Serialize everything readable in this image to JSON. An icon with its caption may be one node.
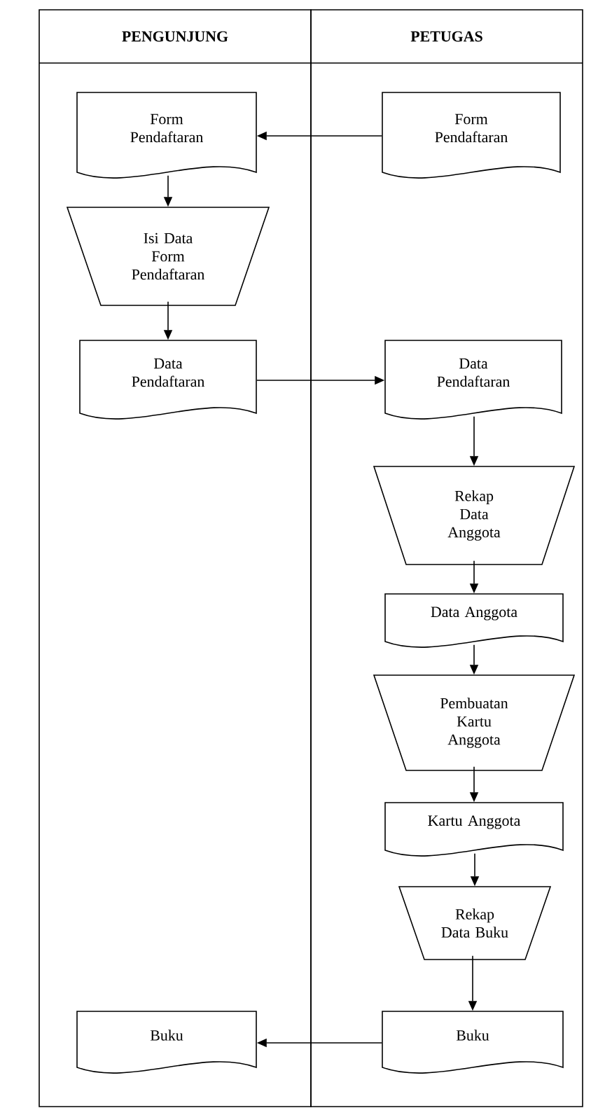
{
  "diagram": {
    "nodes": [
      {
        "text": [
          "PENGUNJUNG"
        ]
      },
      {
        "text": [
          "PETUGAS"
        ]
      },
      {
        "text": [
          "Form Pendaftaran"
        ],
        "in": 0
      },
      {
        "text": [
          "Isi Data Form Pendaftaran"
        ],
        "in": 0
      },
      {
        "text": [
          "Data Pendaftaran"
        ],
        "in": 0
      },
      {
        "text": [
          "Form Pendaftaran"
        ],
        "in": 1
      },
      {
        "text": [
          "Data Pendaftaran"
        ],
        "in": 1
      },
      {
        "text": [
          "Rekap Data Anggota"
        ],
        "in": 1
      },
      {
        "text": [
          "Data Anggota"
        ],
        "in": 1
      },
      {
        "text": [
          "Pembuatan Kartu Anggota"
        ],
        "in": 1
      },
      {
        "text": [
          "Kartu Anggota"
        ],
        "in": 1
      },
      {
        "text": [
          "Rekap Data Buku"
        ],
        "in": 1
      },
      {
        "text": [
          "Buku"
        ],
        "in": 0
      },
      {
        "text": [
          "Buku"
        ],
        "in": 1
      }
    ],
    "edges": [
      {
        "from": 5,
        "to": 2,
        "arrow": "to"
      },
      {
        "from": 2,
        "to": 3,
        "arrow": "to"
      },
      {
        "from": 3,
        "to": 4,
        "arrow": "to"
      },
      {
        "from": 4,
        "to": 6,
        "arrow": "to"
      },
      {
        "from": 6,
        "to": 7,
        "arrow": "to"
      },
      {
        "from": 7,
        "to": 8,
        "arrow": "to"
      },
      {
        "from": 8,
        "to": 9,
        "arrow": "to"
      },
      {
        "from": 9,
        "to": 10,
        "arrow": "to"
      },
      {
        "from": 10,
        "to": 11,
        "arrow": "to"
      },
      {
        "from": 11,
        "to": 13,
        "arrow": "to"
      },
      {
        "from": 13,
        "to": 12,
        "arrow": "to"
      }
    ]
  }
}
